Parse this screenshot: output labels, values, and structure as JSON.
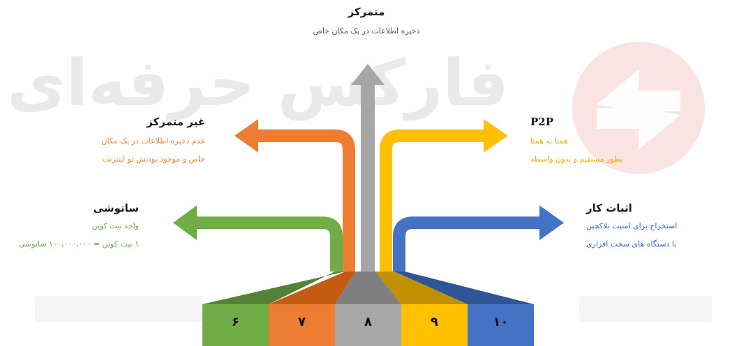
{
  "watermark": {
    "text": "فارکس حرفه‌ای",
    "logo_color": "#f4cccc"
  },
  "branches": [
    {
      "id": "centralized",
      "title": "متمرکز",
      "lines": [
        "ذخیره اطلاعات در یک مکان خاص"
      ],
      "color": "#a6a6a6",
      "line_color": "#555555"
    },
    {
      "id": "decentralized",
      "title": "غیر متمرکز",
      "lines": [
        "عدم ذخیره اطلاعات در یک مکان",
        "خاص و موجود بودنش تو اینترنت"
      ],
      "color": "#ed7d31",
      "line_color": "#ed7d31"
    },
    {
      "id": "p2p",
      "title": "P2P",
      "lines": [
        "همتا به همتا",
        "بطور مستقیم و بدون واسطه"
      ],
      "color": "#ffc000",
      "line_color": "#e8a800"
    },
    {
      "id": "satoshi",
      "title": "ساتوشی",
      "lines": [
        "واحد بیت کوین",
        "۱ بیت کوین = ۱۰۰،۰۰۰،۰۰۰ ساتوشی"
      ],
      "color": "#70ad47",
      "line_color": "#6aa63f"
    },
    {
      "id": "proof-of-work",
      "title": "اثبات کار",
      "lines": [
        "استخراج برای امنیت بلاکچین",
        "با دستگاه های سخت افزاری"
      ],
      "color": "#4472c4",
      "line_color": "#3b62c0"
    }
  ],
  "numbers": [
    {
      "label": "۶",
      "color": "#70ad47"
    },
    {
      "label": "۷",
      "color": "#ed7d31"
    },
    {
      "label": "۸",
      "color": "#a6a6a6"
    },
    {
      "label": "۹",
      "color": "#ffc000"
    },
    {
      "label": "۱۰",
      "color": "#4472c4"
    }
  ]
}
